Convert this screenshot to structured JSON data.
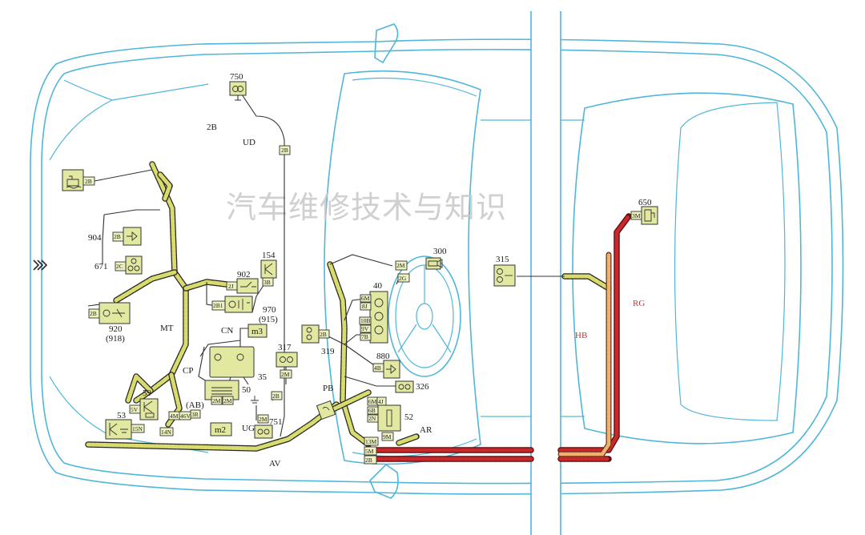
{
  "watermark": "汽车维修技术与知识",
  "harness_labels": {
    "ud": "UD",
    "mt": "MT",
    "av": "AV",
    "pb": "PB",
    "ar": "AR",
    "ug": "UG",
    "cn": "CN",
    "cp": "CP",
    "ab": "(AB)",
    "hb": "HB",
    "rg": "RG",
    "ud_conn": "2B"
  },
  "component_numbers": {
    "c750": "750",
    "c904": "904",
    "c671": "671",
    "c920": "920",
    "c920_alt": "(918)",
    "c154": "154",
    "c902": "902",
    "c970": "970",
    "c970_alt": "(915)",
    "c300": "300",
    "c40": "40",
    "c317": "317",
    "c319": "319",
    "c880": "880",
    "c326": "326",
    "c35": "35",
    "c50": "50",
    "c59": "59",
    "c53": "53",
    "c751": "751",
    "c52": "52",
    "c315": "315",
    "c650": "650"
  },
  "connector_codes": {
    "k_2b_top": "2B",
    "k_2b_harness": "2B",
    "k_2b_tank": "2B",
    "k_2b_904": "2B",
    "k_2c_671": "2C",
    "k_2b_920": "2B",
    "k_3b_154": "3B",
    "k_2j_902": "2J",
    "k_2b1": "2B1",
    "k_m3": "m3",
    "k_m2": "m2",
    "k_2m_300a": "2M",
    "k_2g_300b": "2G",
    "k_6m": "6M",
    "k_8j": "8J",
    "k_10b": "10B",
    "k_9v": "9V",
    "k_7b": "7B",
    "k_2b_319": "2B",
    "k_2m_317": "2M",
    "k_4b_880": "4B",
    "k_2m_cp_a": "2M",
    "k_2m_cp_b": "2M",
    "k_2b_ug": "2B",
    "k_2m_ug": "2M",
    "k_5v": "5V",
    "k_4m": "4M",
    "k_46v": "46V",
    "k_3r": "3R",
    "k_14n": "14N",
    "k_15n": "15N",
    "k_6m_52": "6M",
    "k_4j": "4J",
    "k_6b": "6B",
    "k_2n": "2N",
    "k_13m": "13M",
    "k_9m": "9M",
    "k_5m": "5M",
    "k_2b_bottom": "2B",
    "k_3m_650": "3M"
  },
  "icons": {
    "front_arrow": "front-direction-chevron-icon",
    "c750": "ceiling-lamp-icon",
    "tank": "coolant-level-icon",
    "c904": "horn-icon",
    "c671": "triple-lamp-icon",
    "c920": "headlamp-icon",
    "c154": "relay-switch-icon",
    "c902": "switch-icon",
    "c970": "fuse-icon",
    "c300": "camera-icon",
    "c40": "gauge-cluster-icon",
    "c317": "lamp-pair-icon",
    "c880": "switch-icon",
    "c326": "speaker-icon",
    "c35": "battery-icon",
    "c50": "ground-icon",
    "c59": "relay-switch-icon",
    "c53": "ground-switch-icon",
    "c751": "lamp-pair-icon",
    "c52": "module-icon",
    "c315": "lamp-pair-icon",
    "c650": "fuel-pump-icon"
  },
  "colors": {
    "car_outline": "#4fb6d9",
    "harness_fill": "#d8dc6e",
    "component_fill": "#e3e8a0",
    "rear_harness": "#c8282a",
    "rear_harness_alt": "#f0b070",
    "label_red": "#d23030"
  }
}
